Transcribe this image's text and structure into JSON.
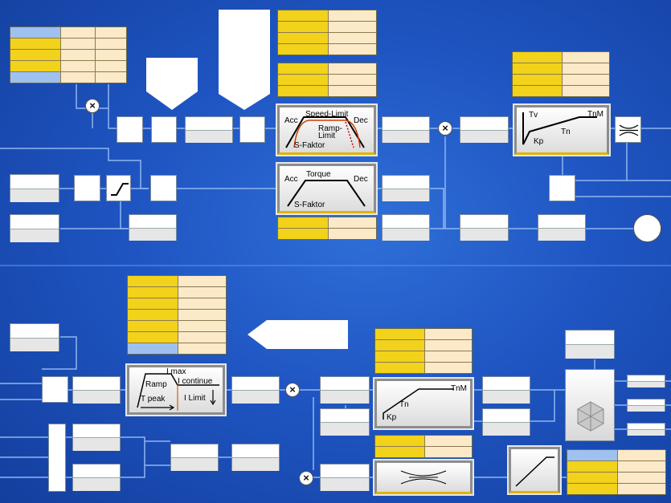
{
  "colors": {
    "background": "#1f55c2",
    "param_yellow": "#f2d21a",
    "param_beige": "#fbe9c8",
    "param_blue": "#9fc1f0"
  },
  "blocks": {
    "speed_limit": {
      "title": "Speed-Limit",
      "acc": "Acc",
      "dec": "Dec",
      "ramp_line1": "Ramp-",
      "ramp_line2": "Limit",
      "s_faktor": "S-Faktor"
    },
    "torque_ramp": {
      "title": "Torque",
      "acc": "Acc",
      "dec": "Dec",
      "s_faktor": "S-Faktor"
    },
    "pi_top": {
      "tv": "Tv",
      "tnm": "TnM",
      "tn": "Tn",
      "kp": "Kp"
    },
    "current_limit": {
      "i_max": "I max",
      "ramp": "Ramp",
      "i_continue": "I continue",
      "t_peak": "T peak",
      "i_limit": "I Limit"
    },
    "pi_bottom": {
      "tnm": "TnM",
      "tn": "Tn",
      "kp": "Kp"
    }
  },
  "multiplier_symbol": "×"
}
